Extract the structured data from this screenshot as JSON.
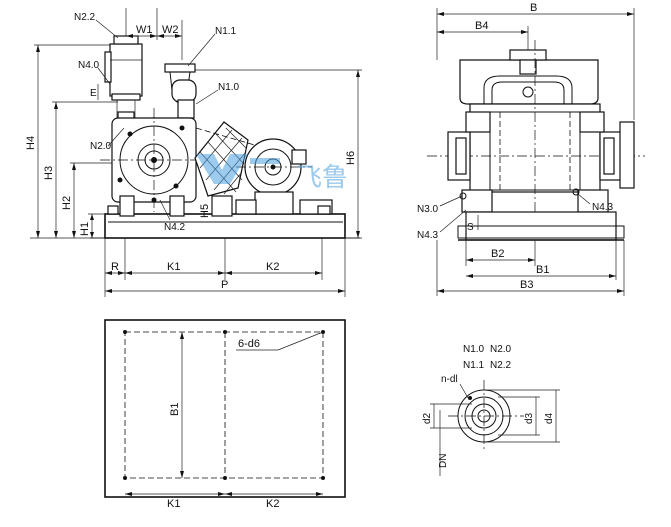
{
  "labels": {
    "n22": "N2.2",
    "w1": "W1",
    "w2": "W2",
    "n11": "N1.1",
    "n40": "N4.0",
    "e": "E",
    "n10": "N1.0",
    "n20": "N2.0",
    "h4": "H4",
    "h3": "H3",
    "h2": "H2",
    "h1": "H1",
    "h5": "H5",
    "h6": "H6",
    "n42": "N4.2",
    "r": "R",
    "k1": "K1",
    "k2": "K2",
    "p": "P",
    "b": "B",
    "b4": "B4",
    "n30": "N3.0",
    "n43a": "N4.3",
    "n43b": "N4.3",
    "s": "S",
    "b2": "B2",
    "b1": "B1",
    "b3": "B3",
    "holes": "6-d6",
    "plan_b1": "B1",
    "plan_k1": "K1",
    "plan_k2": "K2",
    "flange_n10": "N1.0",
    "flange_n20": "N2.0",
    "flange_n11": "N1.1",
    "flange_n22": "N2.2",
    "flange_ndl": "n-dl",
    "d2": "d2",
    "d3": "d3",
    "d4": "d4",
    "dn": "DN"
  },
  "watermark": {
    "text": "飞鲁",
    "color": "#4aa0e0"
  }
}
